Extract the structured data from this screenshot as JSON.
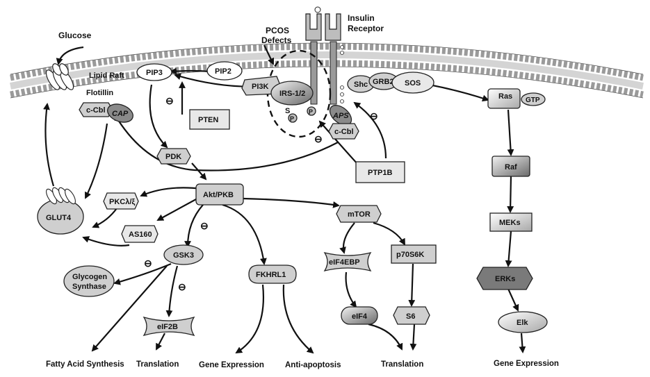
{
  "labels": {
    "glucose": "Glucose",
    "pcos_line1": "PCOS",
    "pcos_line2": "Defects",
    "insulin_line1": "Insulin",
    "insulin_line2": "Receptor",
    "lipid_raft": "Lipid Raft",
    "flotillin": "Flotillin"
  },
  "nodes": {
    "pip3": "PIP3",
    "pip2": "PIP2",
    "pi3k": "PI3K",
    "irs": "IRS-1/2",
    "s_site": "S",
    "p_site_1": "P",
    "p_site_2": "P",
    "shc": "Shc",
    "grb2": "GRB2",
    "sos": "SOS",
    "ras": "Ras",
    "gtp": "GTP",
    "ccbl_left": "c-Cbl",
    "cap": "CAP",
    "aps": "APS",
    "ccbl_right": "c-Cbl",
    "pten": "PTEN",
    "ptp1b": "PTP1B",
    "pdk": "PDK",
    "akt": "Akt/PKB",
    "pkc": "PKCλ/ξ",
    "glut4": "GLUT4",
    "as160": "AS160",
    "gsk3": "GSK3",
    "glycogen_line1": "Glycogen",
    "glycogen_line2": "Synthase",
    "eif2b": "eIF2B",
    "fkhrl1": "FKHRL1",
    "mtor": "mTOR",
    "eif4ebp": "eIF4EBP",
    "p70s6k": "p70S6K",
    "eif4": "eIF4",
    "s6": "S6",
    "raf": "Raf",
    "meks": "MEKs",
    "erks": "ERKs",
    "elk": "Elk"
  },
  "outputs": {
    "fatty_acid": "Fatty Acid Synthesis",
    "translation_1": "Translation",
    "gene_expression_1": "Gene Expression",
    "anti_apoptosis": "Anti-apoptosis",
    "translation_2": "Translation",
    "gene_expression_2": "Gene Expression"
  },
  "inhibition_symbol": "⊖",
  "colors": {
    "membrane": "#e8e8e8",
    "node_gray": "#cfcfcf",
    "node_dark": "#8a8a8a",
    "node_white": "#ffffff"
  }
}
